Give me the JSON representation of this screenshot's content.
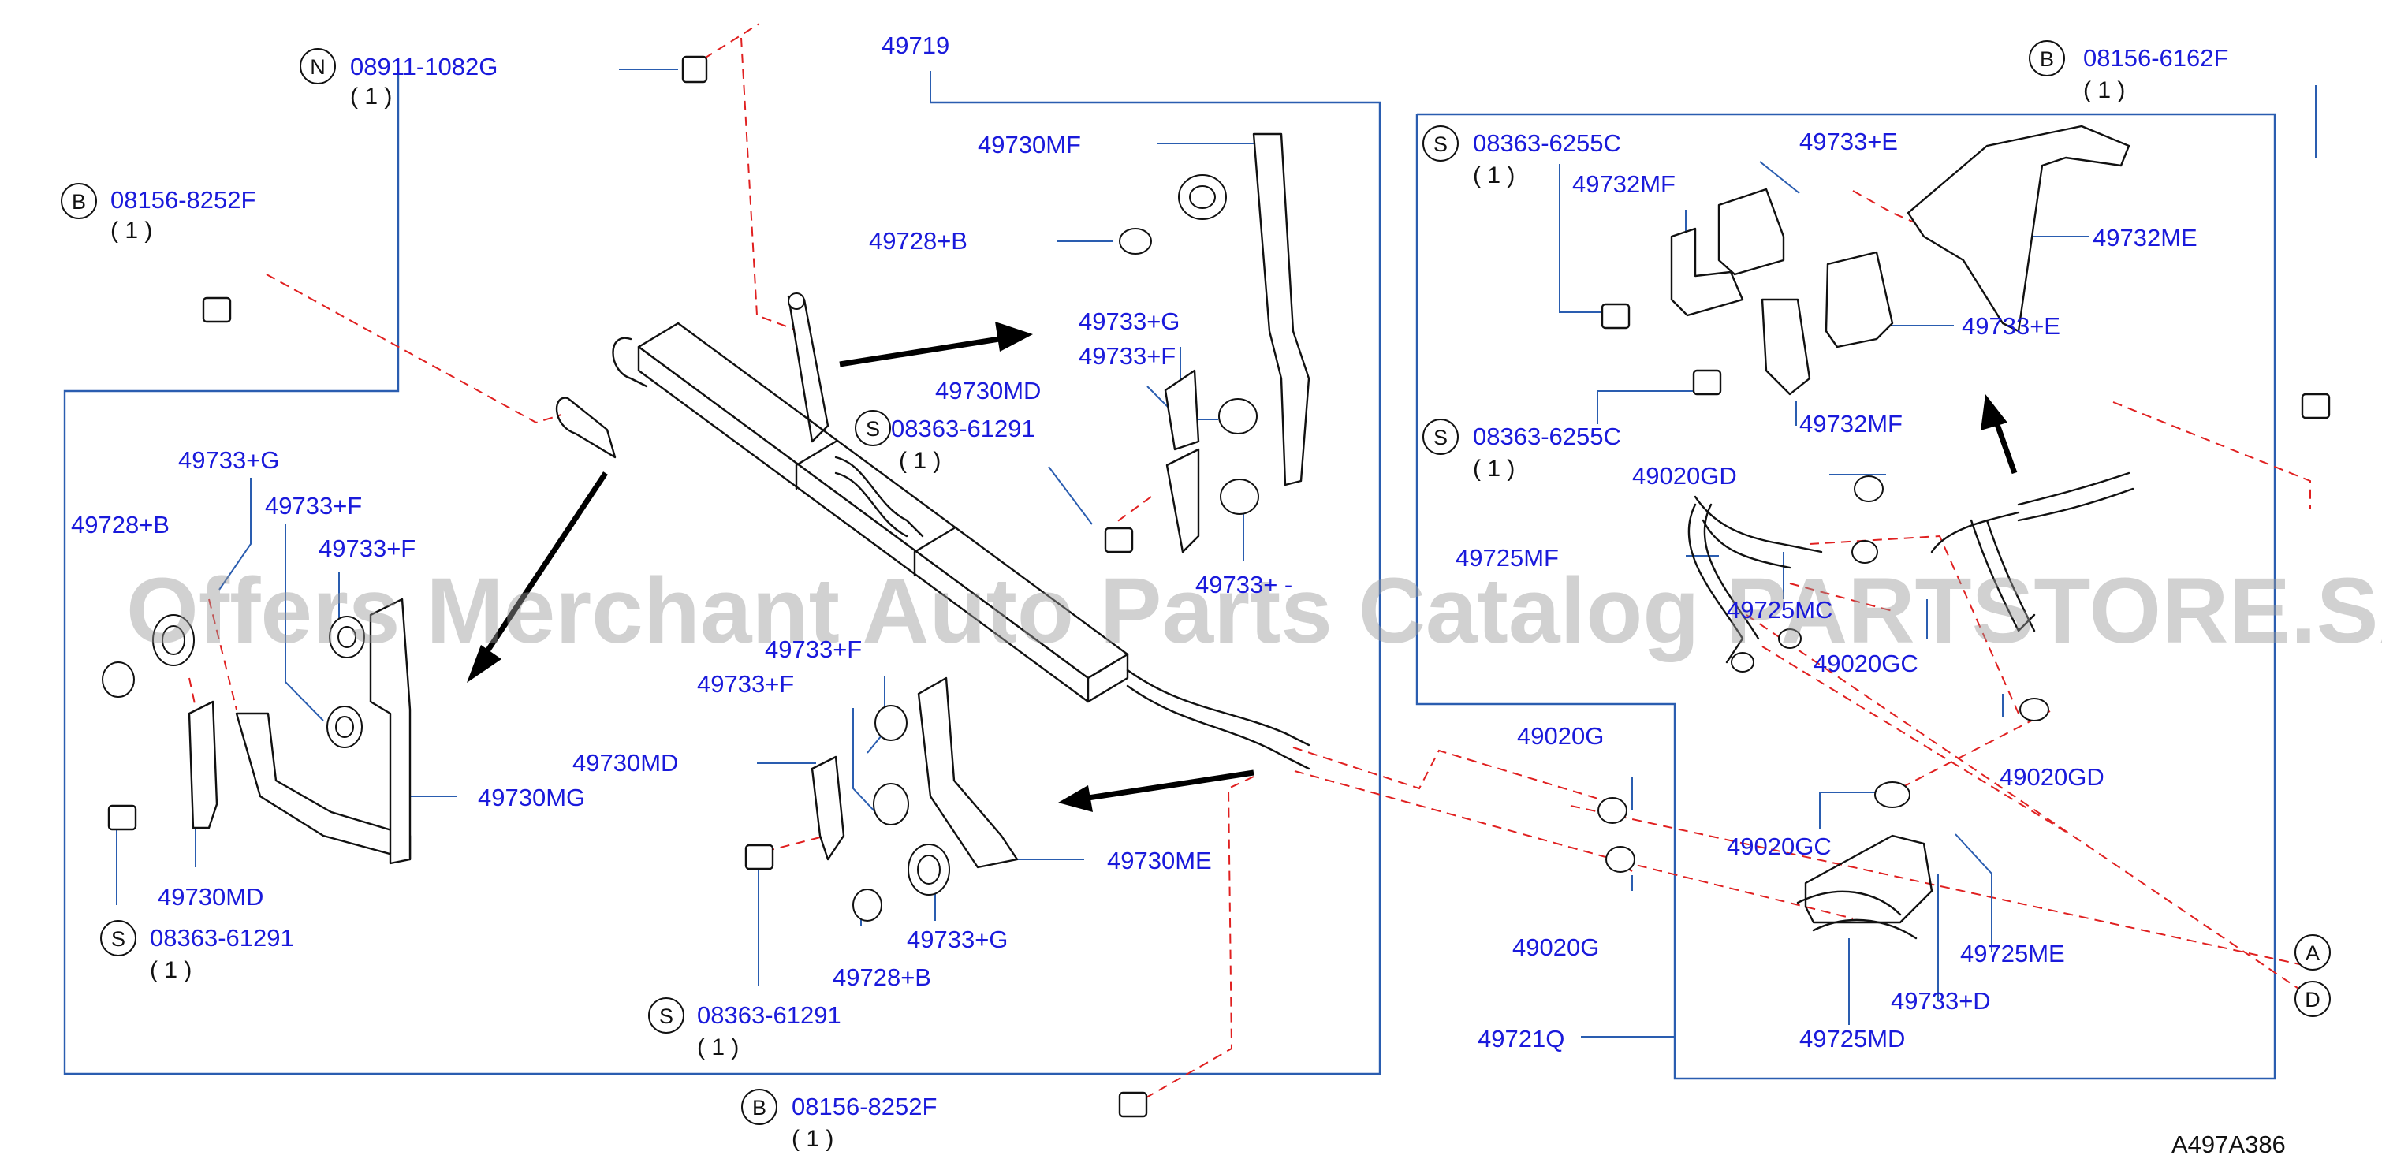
{
  "watermark": "Offers Merchant Auto Parts Catalog PARTSTORE.SA",
  "diagram_code": "A497A386",
  "quantities": {
    "q1": "( 1 )"
  },
  "letters": {
    "N": "N",
    "B": "B",
    "S": "S",
    "A": "A",
    "D": "D"
  },
  "left_assembly": {
    "main_label": "49719",
    "fastener_n": {
      "code": "08911-1082G",
      "qty": "( 1 )"
    },
    "fastener_b_top": {
      "code": "08156-8252F",
      "qty": "( 1 )"
    },
    "fastener_b_bottom": {
      "code": "08156-8252F",
      "qty": "( 1 )"
    },
    "fastener_s_mid": {
      "code": "08363-61291",
      "qty": "( 1 )"
    },
    "fastener_s_left": {
      "code": "08363-61291",
      "qty": "( 1 )"
    },
    "fastener_s_bottom": {
      "code": "08363-61291",
      "qty": "( 1 )"
    },
    "labels": {
      "p49730MF": "49730MF",
      "p49728B_upper": "49728+B",
      "p49733G_upper": "49733+G",
      "p49733F_upper": "49733+F",
      "p49730MD_upper": "49730MD",
      "p49733_partial": "49733+ -",
      "p49733G_left": "49733+G",
      "p49728B_left": "49728+B",
      "p49733F_left1": "49733+F",
      "p49733F_left2": "49733+F",
      "p49730MG": "49730MG",
      "p49730MD_left": "49730MD",
      "p49733F_mid1": "49733+F",
      "p49733F_mid2": "49733+F",
      "p49730MD_mid": "49730MD",
      "p49730ME": "49730ME",
      "p49733G_mid": "49733+G",
      "p49728B_mid": "49728+B"
    }
  },
  "right_assembly": {
    "fastener_b_top": {
      "code": "08156-6162F",
      "qty": "( 1 )"
    },
    "fastener_s_top": {
      "code": "08363-6255C",
      "qty": "( 1 )"
    },
    "fastener_s_mid": {
      "code": "08363-6255C",
      "qty": "( 1 )"
    },
    "labels": {
      "p49733E_top": "49733+E",
      "p49732MF_top": "49732MF",
      "p49732ME": "49732ME",
      "p49733E_mid": "49733+E",
      "p49732MF_mid": "49732MF",
      "p49020GD_upper": "49020GD",
      "p49725MF": "49725MF",
      "p49725MC": "49725MC",
      "p49020GC_upper": "49020GC",
      "p49020GD_lower": "49020GD",
      "p49020G_upper": "49020G",
      "p49020GC_lower": "49020GC",
      "p49020G_lower": "49020G",
      "p49725ME": "49725ME",
      "p49733D": "49733+D",
      "p49721Q": "49721Q",
      "p49725MD": "49725MD"
    }
  },
  "colors": {
    "label": "#1a1adb",
    "frame": "#2a5db0",
    "dash": "#e02020",
    "watermark": "#9a9a9a"
  }
}
